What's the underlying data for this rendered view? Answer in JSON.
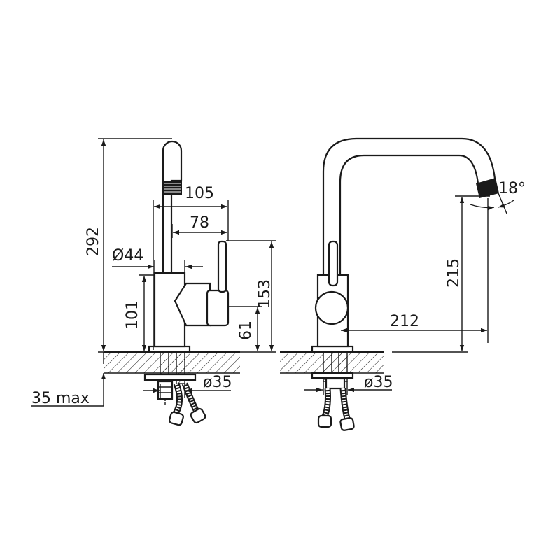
{
  "drawing": {
    "side_view": {
      "dims": {
        "total_height": "292",
        "reach_outer": "105",
        "reach_inner": "78",
        "body_diameter": "Ø44",
        "body_height": "101",
        "lever_height": "153",
        "lever_pivot": "61",
        "mount_hole": "ø35",
        "counter_thickness": "35 max"
      }
    },
    "front_view": {
      "dims": {
        "spout_height": "215",
        "spout_reach": "212",
        "spout_angle": "18°",
        "mount_hole": "ø35"
      }
    }
  }
}
